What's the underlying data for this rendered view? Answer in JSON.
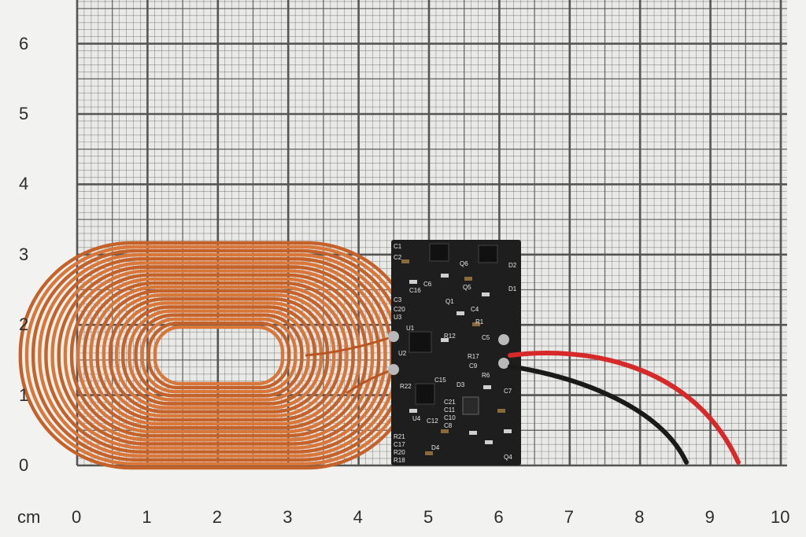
{
  "scale": {
    "unit": "cm",
    "x_ticks": [
      "0",
      "1",
      "2",
      "3",
      "4",
      "5",
      "6",
      "7",
      "8",
      "9",
      "10"
    ],
    "y_ticks": [
      "0",
      "1",
      "2",
      "3",
      "4",
      "5",
      "6"
    ]
  },
  "pcb": {
    "silkscreen": [
      "C1",
      "C2",
      "Q6",
      "D2",
      "C6",
      "Q5",
      "D1",
      "C16",
      "Q1",
      "C3",
      "C20",
      "C4",
      "R1",
      "U3",
      "U1",
      "R12",
      "C5",
      "R17",
      "C9",
      "U2",
      "R22",
      "C15",
      "D3",
      "R6",
      "C7",
      "U4",
      "C12",
      "C21",
      "C11",
      "C10",
      "C8",
      "R21",
      "C17",
      "R20",
      "R18",
      "D4",
      "Q4"
    ]
  },
  "colors": {
    "paper": "#f2f2f0",
    "grid": "#555555",
    "copper": "#d9773a",
    "board": "#1e1e1f",
    "wire_red": "#d62a2a",
    "wire_black": "#1a1a1a"
  }
}
